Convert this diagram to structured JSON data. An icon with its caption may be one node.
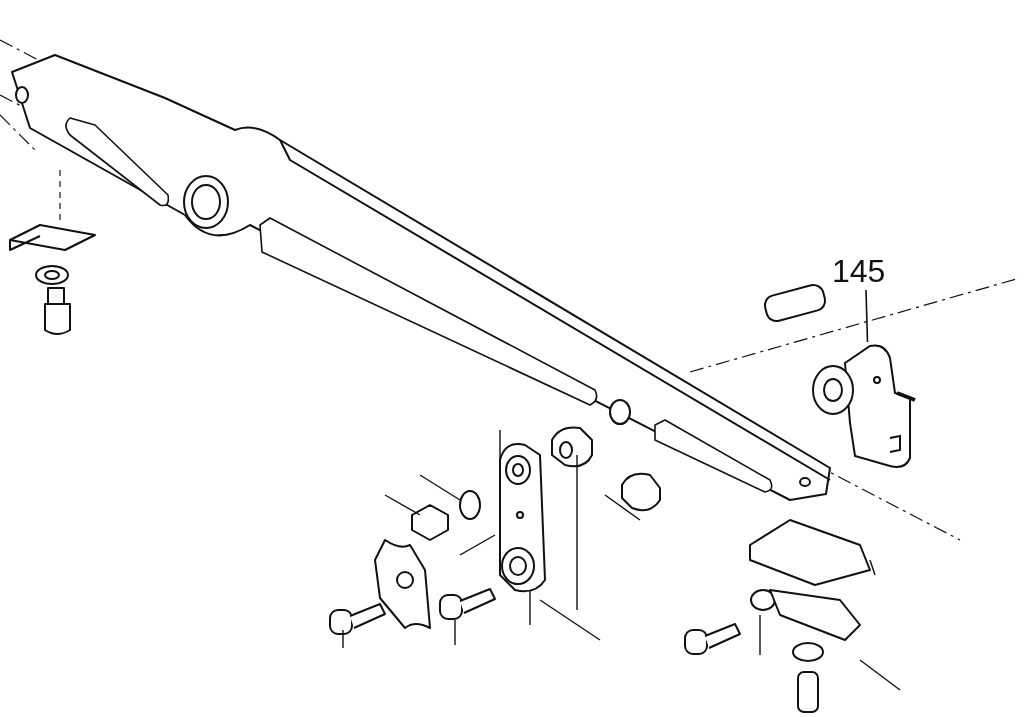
{
  "diagram": {
    "nodes": [
      {
        "text": [
          "145"
        ]
      },
      {
        "text": [],
        "shape": "picture"
      }
    ],
    "edges": [
      {
        "from": 0,
        "to": 1,
        "arrow": "none"
      }
    ]
  }
}
